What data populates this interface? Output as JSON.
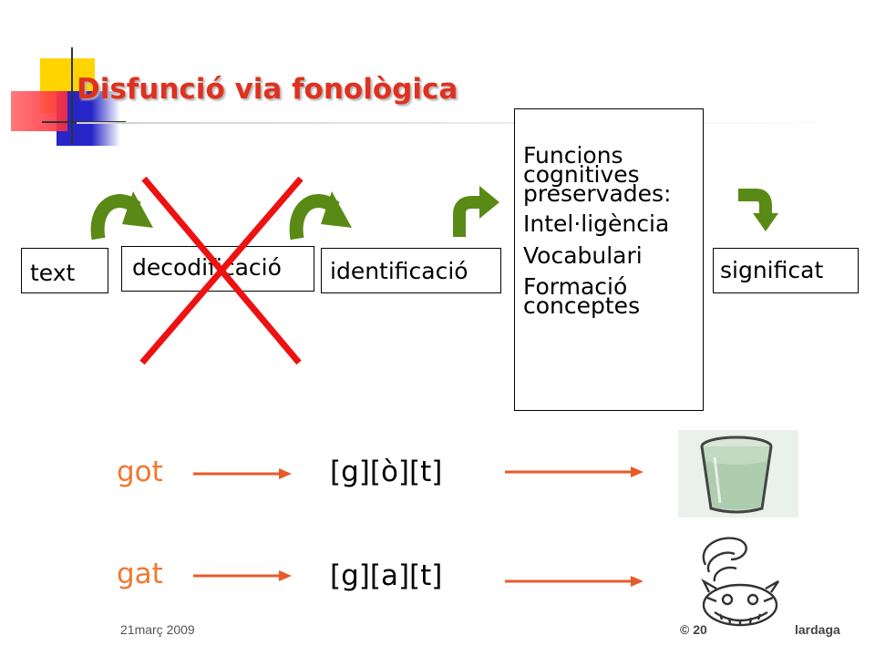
{
  "title": "Disfunció via fonològica",
  "flow": {
    "text": "text",
    "decodificacio": "decodificació",
    "identificacio": "identificació",
    "significat": "significat"
  },
  "cognitive": {
    "header": [
      "Funcions",
      "cognitives",
      "preservades:"
    ],
    "items": [
      "Intel·ligència",
      "Vocabulari"
    ],
    "last": [
      "Formació",
      "conceptes"
    ]
  },
  "examples": [
    {
      "word": "got",
      "phonemes": "[g][ò][t]",
      "image": "glass-of-water"
    },
    {
      "word": "gat",
      "phonemes": "[g][a][t]",
      "image": "cheshire-cat"
    }
  ],
  "footer": {
    "date": "21març 2009",
    "copyright_start": "© 20",
    "copyright_end": "lardaga"
  },
  "colors": {
    "title": "#e0301e",
    "word": "#f07830",
    "arrow_green": "#5a8a16",
    "arrow_orange": "#e85a2a",
    "cross_red": "#ee1111"
  }
}
